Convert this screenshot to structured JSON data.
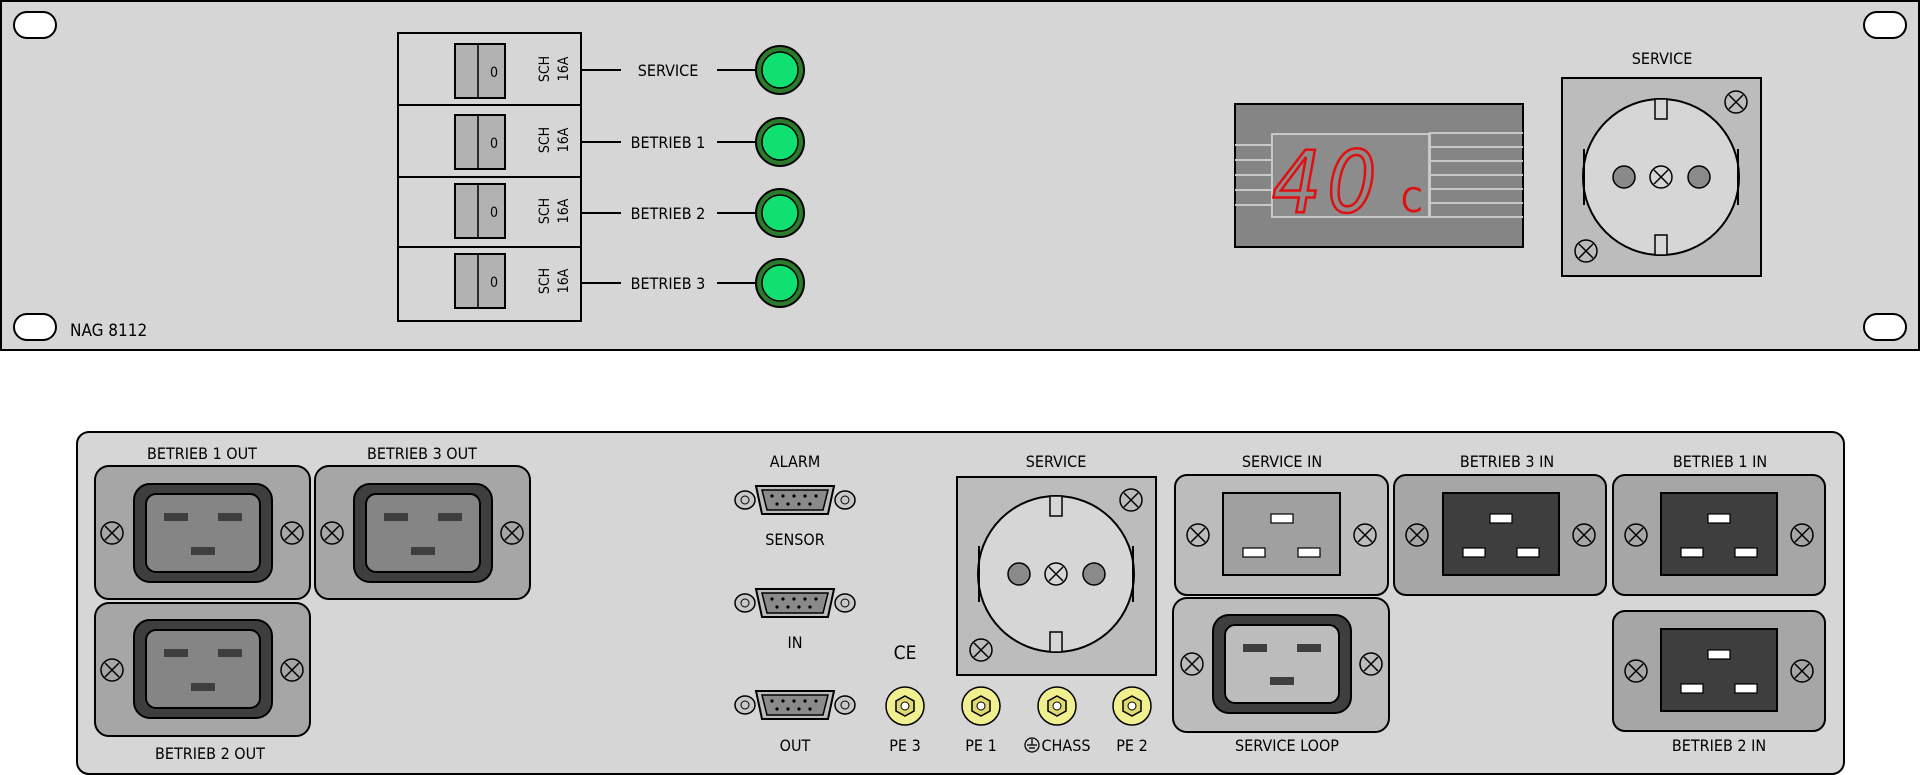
{
  "front_panel": {
    "model_label": "NAG 8112",
    "breakers": [
      {
        "switch_mark": "0",
        "type": "SCH",
        "rating": "16A",
        "label": "SERVICE"
      },
      {
        "switch_mark": "0",
        "type": "SCH",
        "rating": "16A",
        "label": "BETRIEB 1"
      },
      {
        "switch_mark": "0",
        "type": "SCH",
        "rating": "16A",
        "label": "BETRIEB 2"
      },
      {
        "switch_mark": "0",
        "type": "SCH",
        "rating": "16A",
        "label": "BETRIEB 3"
      }
    ],
    "led_color": "#10e070",
    "display": {
      "value": "40",
      "unit": "C",
      "digit_color": "#e01010"
    },
    "service_socket_label": "SERVICE"
  },
  "rear_panel": {
    "out_labels": {
      "betrieb1": "BETRIEB 1 OUT",
      "betrieb3": "BETRIEB 3 OUT",
      "betrieb2": "BETRIEB 2 OUT"
    },
    "dsub_labels": {
      "alarm": "ALARM",
      "sensor": "SENSOR",
      "in": "IN",
      "out": "OUT"
    },
    "ce_mark": "CE",
    "terminals": [
      "PE 3",
      "PE 1",
      "CHASS",
      "PE 2"
    ],
    "service_socket_label": "SERVICE",
    "in_labels": {
      "service_in": "SERVICE IN",
      "betrieb3": "BETRIEB 3 IN",
      "betrieb1": "BETRIEB 1 IN",
      "service_loop": "SERVICE LOOP",
      "betrieb2": "BETRIEB 2 IN"
    }
  },
  "colors": {
    "panel": "#d6d6d6",
    "plate": "#a6a6a6",
    "plate_light": "#bcbcbc",
    "connector_dark": "#3e3e3e",
    "terminal": "#f0f090"
  }
}
